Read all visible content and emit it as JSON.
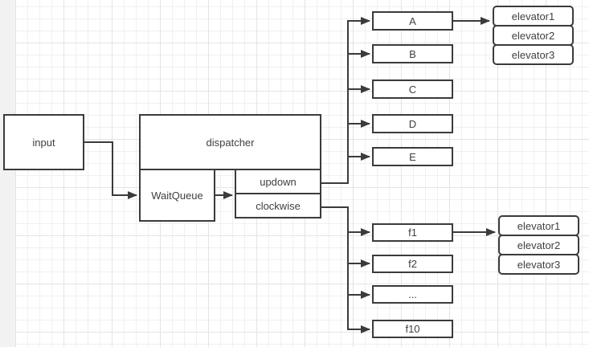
{
  "colors": {
    "line": "#3b3b3b",
    "text": "#404040",
    "node_bg": "#ffffff",
    "canvas_bg": "#ffffff",
    "outside_bg": "#f2f2f2",
    "grid_minor": "#f0f0f0",
    "grid_major": "#e4e4e4"
  },
  "nodes": {
    "input": "input",
    "dispatcher": "dispatcher",
    "wait_queue": "WaitQueue",
    "updown": "updown",
    "clockwise": "clockwise",
    "floors_updown": [
      "A",
      "B",
      "C",
      "D",
      "E"
    ],
    "floors_clockwise": [
      "f1",
      "f2",
      "...",
      "f10"
    ],
    "elevators_top": [
      "elevator1",
      "elevator2",
      "elevator3"
    ],
    "elevators_bottom": [
      "elevator1",
      "elevator2",
      "elevator3"
    ]
  }
}
